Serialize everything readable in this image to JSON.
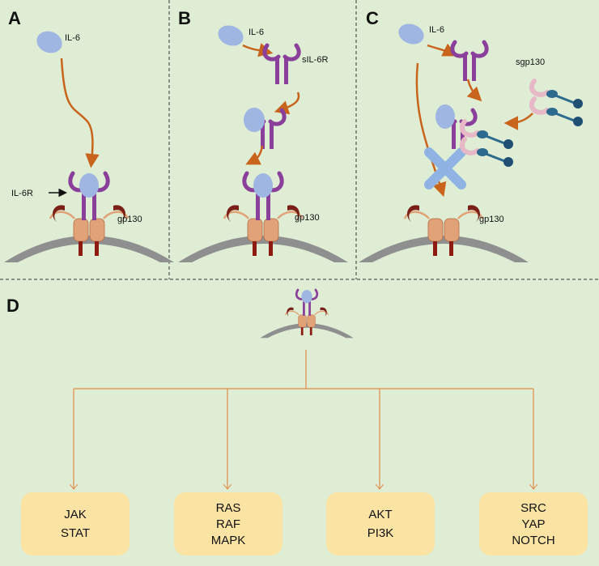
{
  "colors": {
    "background": "#deedd4",
    "membrane": "#8f8f8f",
    "ligand": "#9fb6e3",
    "receptor": "#8a3f9a",
    "gp130_body": "#e2a277",
    "gp130_domain": "#7a2016",
    "arrow": "#c9641d",
    "blocker": "#8fb3e3",
    "pathway_line": "#e08a48",
    "pathway_box": "#fbe3a4"
  },
  "panels": {
    "a": {
      "letter": "A",
      "ligand_label": "IL-6",
      "receptor_label": "IL-6R",
      "gp130_label": "gp130"
    },
    "b": {
      "letter": "B",
      "ligand_label": "IL-6",
      "soluble_receptor_label": "sIL-6R",
      "gp130_label": "gp130"
    },
    "c": {
      "letter": "C",
      "ligand_label": "IL-6",
      "sgp130_label": "sgp130",
      "gp130_label": "gp130"
    },
    "d": {
      "letter": "D",
      "pathways": [
        {
          "lines": [
            "JAK",
            "STAT"
          ]
        },
        {
          "lines": [
            "RAS",
            "RAF",
            "MAPK"
          ]
        },
        {
          "lines": [
            "AKT",
            "PI3K"
          ]
        },
        {
          "lines": [
            "SRC",
            "YAP",
            "NOTCH"
          ]
        }
      ]
    }
  }
}
